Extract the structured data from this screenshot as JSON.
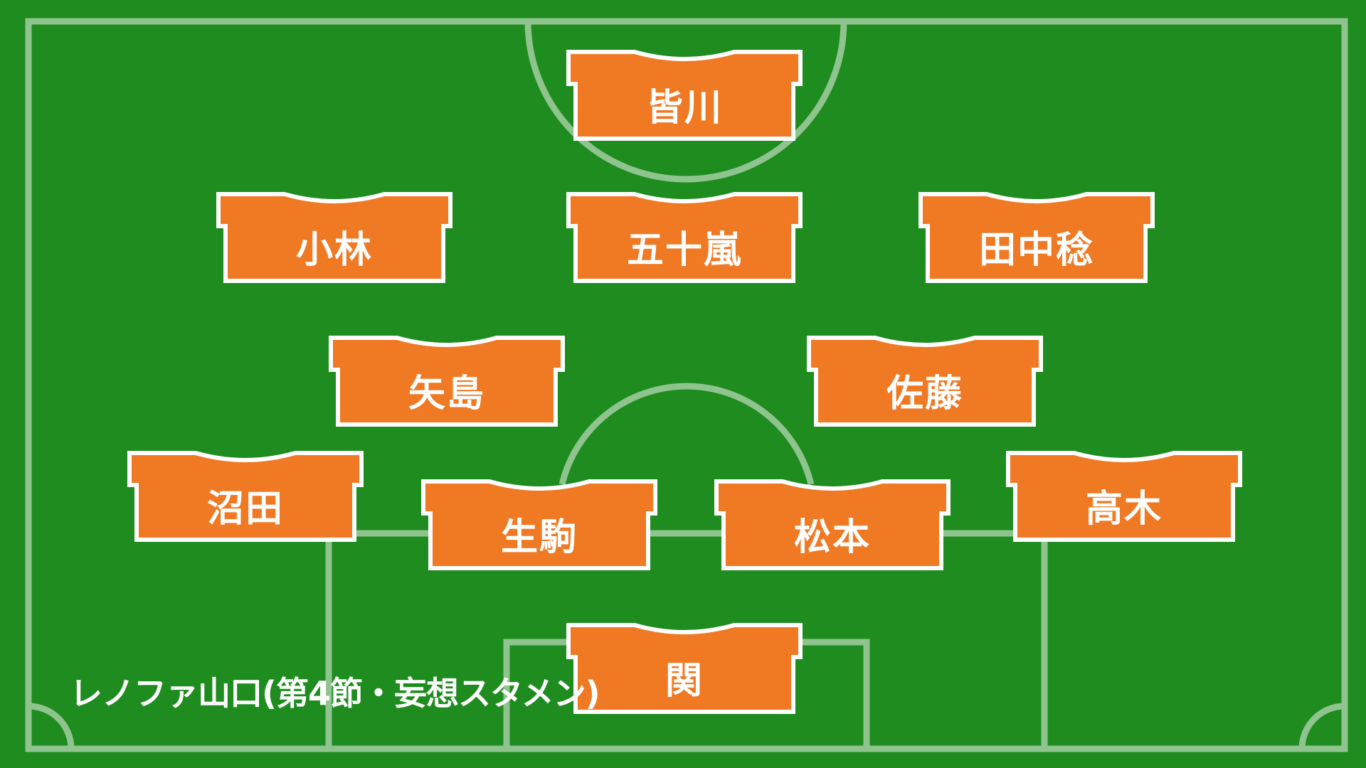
{
  "colors": {
    "pitch": "#1e8c1e",
    "lines": "#8fc48f",
    "shirt": "#f07a24",
    "shirt_outline": "#ffffff"
  },
  "caption": "レノファ山口(第4節・妄想スタメン)",
  "players": [
    {
      "name": "皆川"
    },
    {
      "name": "小林"
    },
    {
      "name": "五十嵐"
    },
    {
      "name": "田中稔"
    },
    {
      "name": "矢島"
    },
    {
      "name": "佐藤"
    },
    {
      "name": "沼田"
    },
    {
      "name": "生駒"
    },
    {
      "name": "松本"
    },
    {
      "name": "高木"
    },
    {
      "name": "関"
    }
  ]
}
